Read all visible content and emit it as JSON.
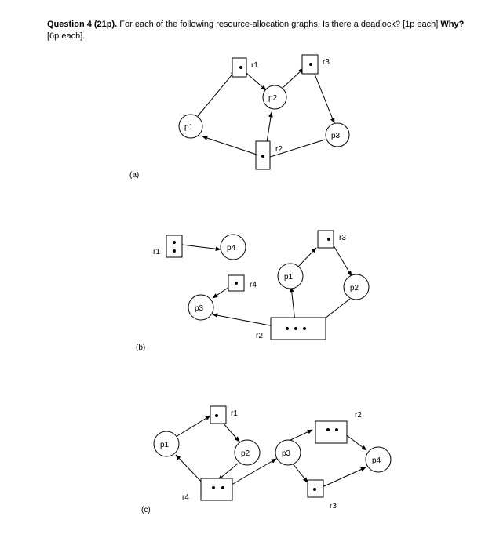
{
  "question": {
    "title": "Question 4 (21p).",
    "text": " For each of the following resource-allocation graphs: Is there a deadlock? [1p each] ",
    "why": "Why?",
    "tail": "[6p each]."
  },
  "graphs": {
    "a": {
      "label": "(a)",
      "processes": [
        "p1",
        "p2",
        "p3"
      ],
      "resources": [
        "r1",
        "r2",
        "r3"
      ]
    },
    "b": {
      "label": "(b)",
      "processes": [
        "p1",
        "p2",
        "p3",
        "p4"
      ],
      "resources": [
        "r1",
        "r2",
        "r3",
        "r4"
      ]
    },
    "c": {
      "label": "(c)",
      "processes": [
        "p1",
        "p2",
        "p3",
        "p4"
      ],
      "resources": [
        "r1",
        "r2",
        "r3",
        "r4"
      ]
    }
  }
}
